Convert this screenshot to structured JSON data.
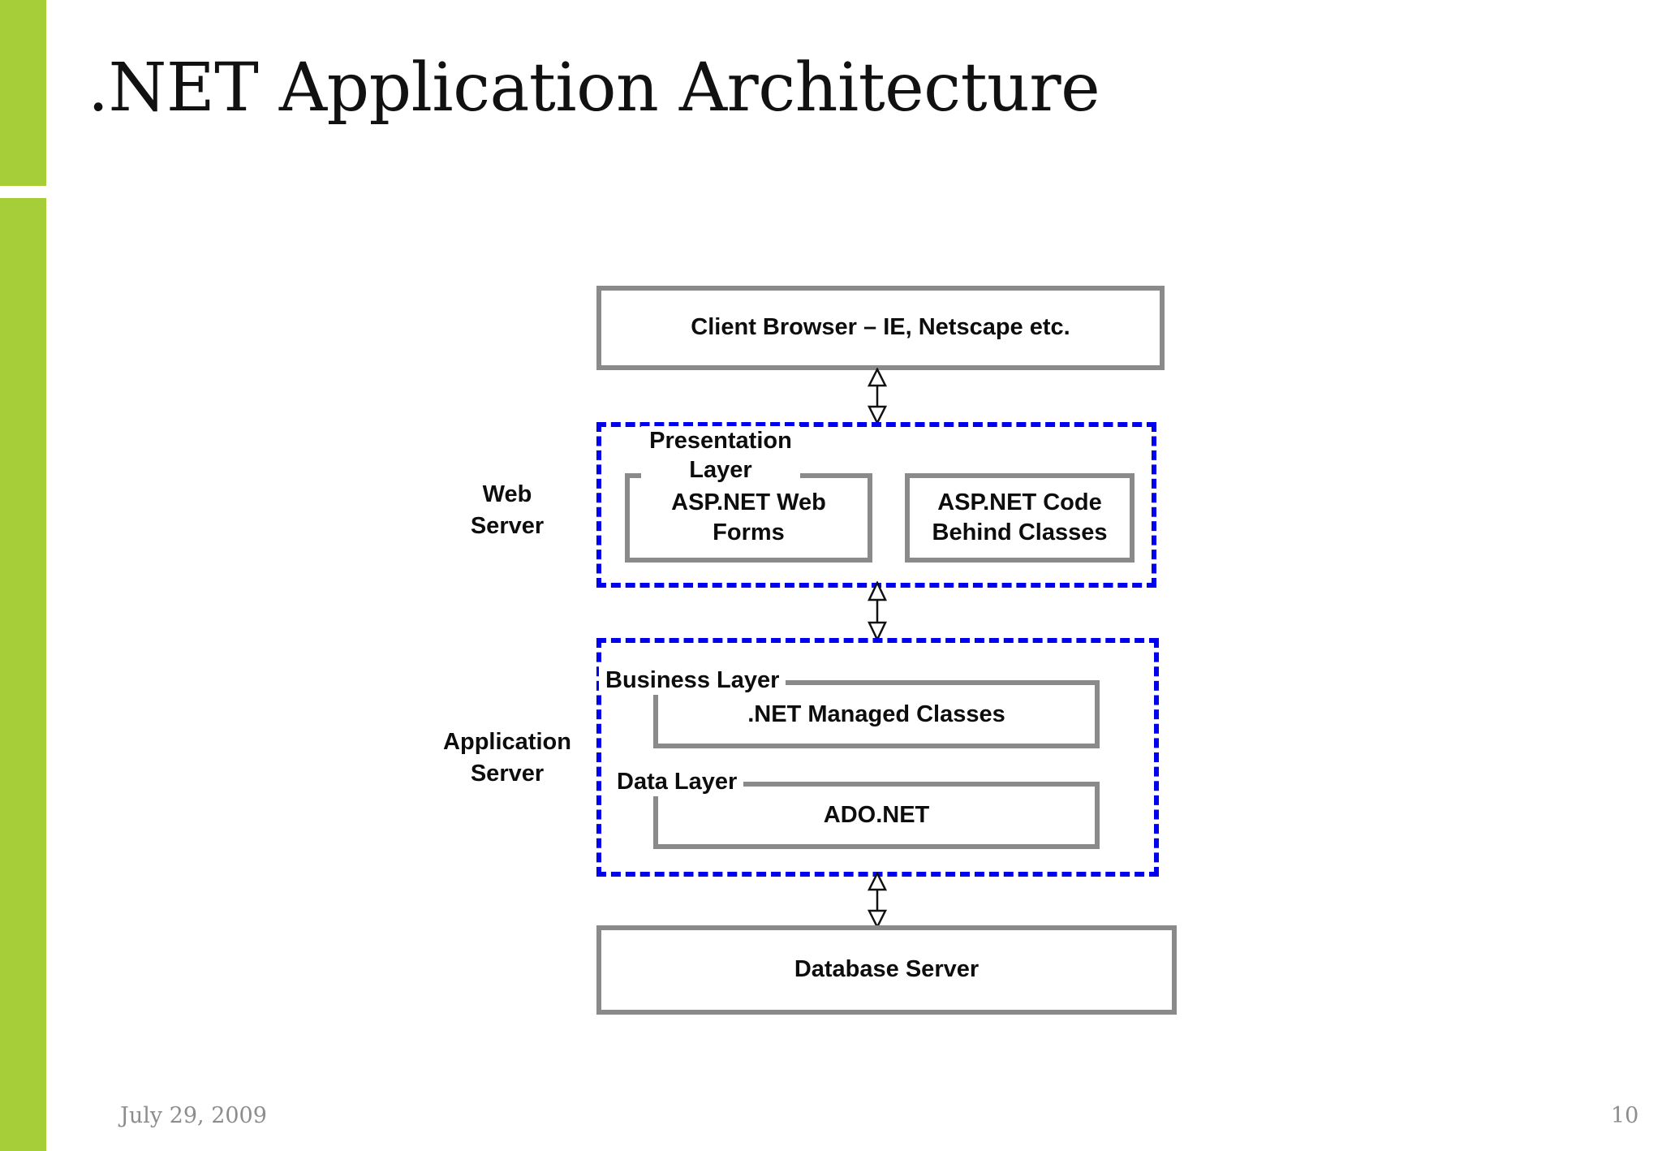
{
  "slide": {
    "title": ".NET Application Architecture",
    "accent_color": "#A6CE39",
    "background_color": "#FFFFFF"
  },
  "footer": {
    "date": "July 29, 2009",
    "page_number": "10"
  },
  "diagram": {
    "type": "layered-architecture",
    "box_border_color": "#8A8A8A",
    "tier_border_color": "#0000EE",
    "nodes": {
      "client_browser": "Client Browser – IE, Netscape etc.",
      "presentation_layer": "Presentation\nLayer",
      "asp_web_forms": "ASP.NET Web\nForms",
      "asp_code_behind": "ASP.NET Code\nBehind Classes",
      "business_layer": "Business Layer",
      "managed_classes": ".NET Managed Classes",
      "data_layer": "Data Layer",
      "ado_net": "ADO.NET",
      "database_server": "Database Server"
    },
    "tiers": {
      "web_server": "Web\nServer",
      "application_server": "Application\nServer"
    },
    "connectors": [
      {
        "from": "client_browser",
        "to": "presentation_layer",
        "style": "bidirectional"
      },
      {
        "from": "presentation_layer",
        "to": "business_layer",
        "style": "bidirectional"
      },
      {
        "from": "data_layer",
        "to": "database_server",
        "style": "bidirectional"
      }
    ]
  }
}
